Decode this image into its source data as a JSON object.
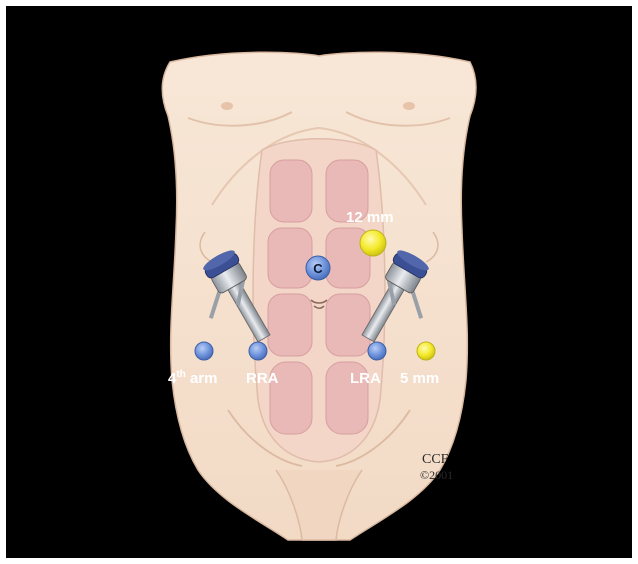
{
  "colors": {
    "background": "#000000",
    "skin": "#f6e3d2",
    "skin_shadow": "#e7c9b4",
    "muscle": "#e8b9b7",
    "muscle_dark": "#d99e9e",
    "port_blue": "#6f94dd",
    "port_yellow": "#f4ea2a",
    "trocar_metal": "#c9cdd3",
    "trocar_cap": "#3b4f94"
  },
  "ports": [
    {
      "id": "camera",
      "label": "C",
      "color": "blue",
      "kind": "camera"
    },
    {
      "id": "assist-12",
      "label": "12 mm",
      "color": "yellow"
    },
    {
      "id": "fourth-arm",
      "label": "4",
      "label_sup": "th",
      "label_tail": " arm",
      "color": "blue"
    },
    {
      "id": "rra",
      "label": "RRA",
      "color": "blue",
      "has_trocar": true
    },
    {
      "id": "lra",
      "label": "LRA",
      "color": "blue",
      "has_trocar": true
    },
    {
      "id": "assist-5",
      "label": "5 mm",
      "color": "yellow"
    }
  ],
  "credit": {
    "line1": "CCF",
    "line2": "©2001"
  }
}
